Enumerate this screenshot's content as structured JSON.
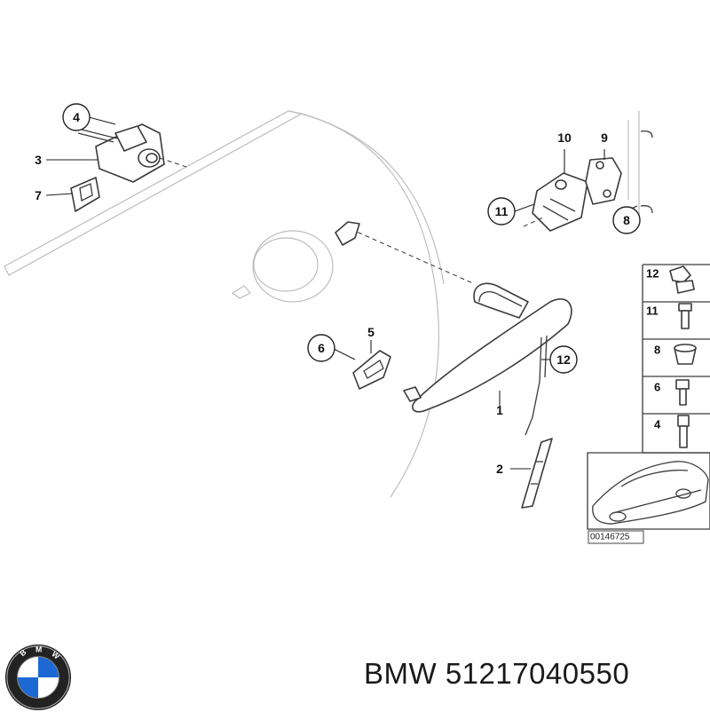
{
  "diagram": {
    "callouts": [
      {
        "id": "c4",
        "label": "4"
      },
      {
        "id": "c3",
        "label": "3"
      },
      {
        "id": "c7",
        "label": "7"
      },
      {
        "id": "c10",
        "label": "10"
      },
      {
        "id": "c9",
        "label": "9"
      },
      {
        "id": "c11",
        "label": "11"
      },
      {
        "id": "c8",
        "label": "8"
      },
      {
        "id": "c6",
        "label": "6"
      },
      {
        "id": "c5",
        "label": "5"
      },
      {
        "id": "c12",
        "label": "12"
      },
      {
        "id": "c1",
        "label": "1"
      },
      {
        "id": "c2",
        "label": "2"
      }
    ],
    "legend": [
      "12",
      "11",
      "8",
      "6",
      "4"
    ],
    "diagram_code": "00146725"
  },
  "footer": {
    "brand": "BMW",
    "part_number": "51217040550",
    "title": "BMW 51217040550",
    "logo_letters": "BMW",
    "logo_colors": {
      "blue": "#1c69d4",
      "white": "#ffffff",
      "ring": "#222222"
    }
  }
}
